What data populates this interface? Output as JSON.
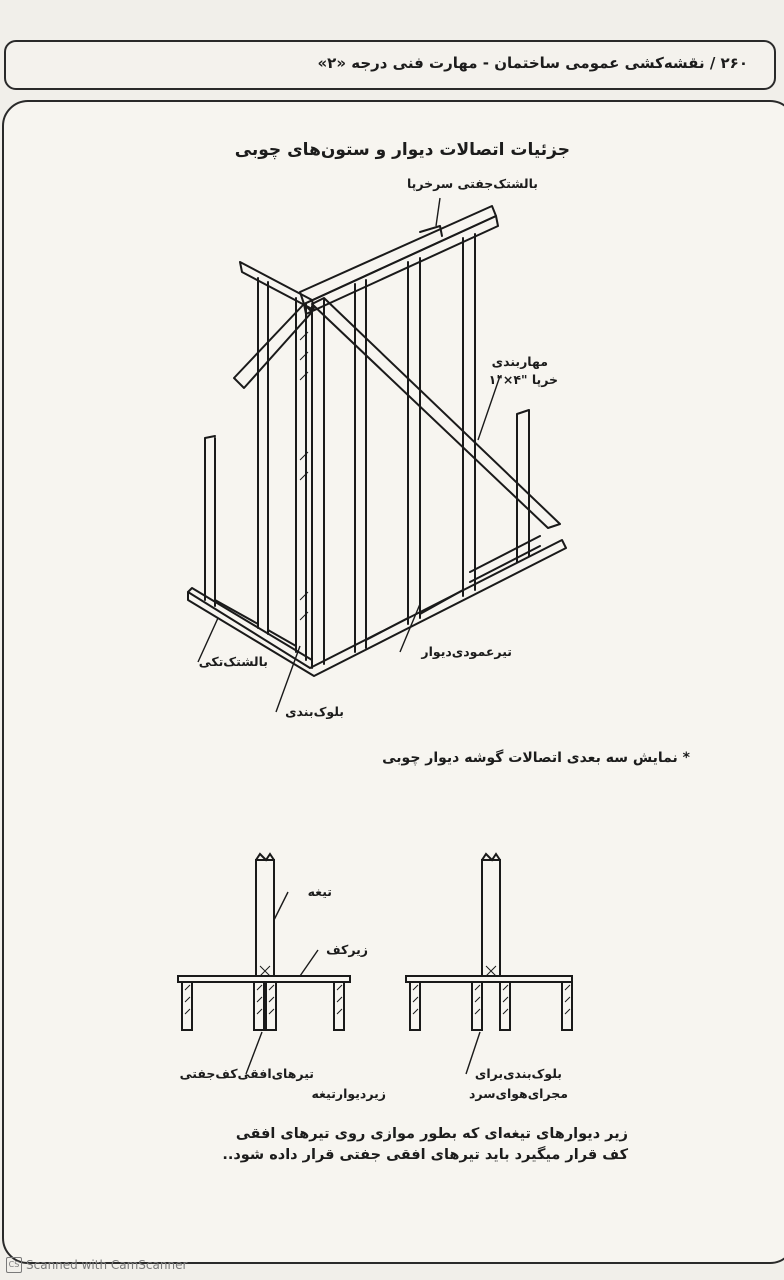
{
  "header": {
    "title": "۲۶۰ /  نقشه‌کشی عمومی ساختمان - مهارت فنی درجه «۲»"
  },
  "figure1": {
    "title": "جزئیات اتصالات دیوار و ستون‌های چوبی",
    "labels": {
      "top_plate": "بالشتک‌جفتی سرخرپا",
      "brace_line1": "مهاربندی",
      "brace_line2": "خرپا \"۴×\"۱",
      "sole_plate": "بالشتک‌تکی",
      "stud": "تیرعمودی‌دیوار",
      "blocking": "بلوک‌بندی"
    },
    "caption": "* نمایش سه بعدی اتصالات گوشه دیوار چوبی"
  },
  "figure2": {
    "labels": {
      "partition": "تیغه",
      "subfloor": "زیرکف",
      "joists_line1": "تیرهای‌افقی‌کف‌جفتی",
      "joists_line2": "زیردیوارتیغه",
      "duct_line1": "بلوک‌بندی‌برای",
      "duct_line2": "مجرای‌هوای‌سرد"
    },
    "note_line1": "زیر دیوارهای تیغه‌ای که بطور موازی روی تیرهای افقی",
    "note_line2": "کف قرار میگیرد باید تیرهای افقی جفتی قرار داده شود.."
  },
  "footer": {
    "badge": "CS",
    "text": "Scanned with CamScanner"
  }
}
